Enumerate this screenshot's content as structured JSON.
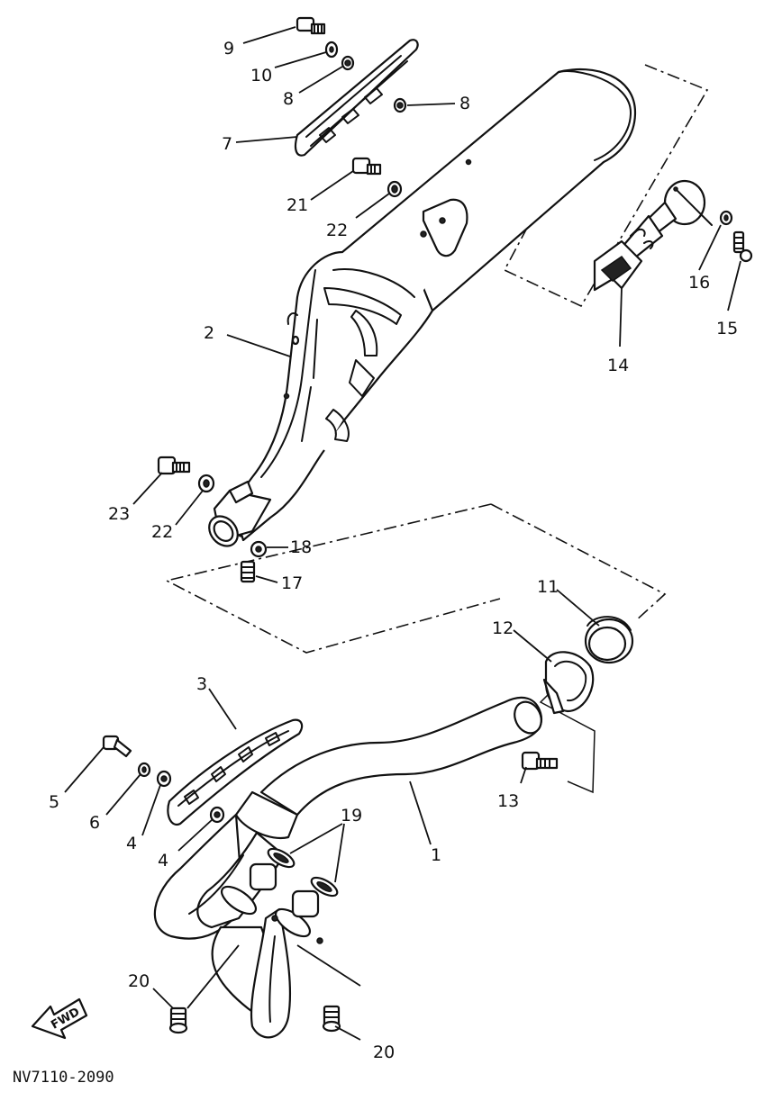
{
  "labels": {
    "p1": "1",
    "p2": "2",
    "p3": "3",
    "p4a": "4",
    "p4b": "4",
    "p5": "5",
    "p6": "6",
    "p7": "7",
    "p8a": "8",
    "p8b": "8",
    "p9": "9",
    "p10": "10",
    "p11": "11",
    "p12": "12",
    "p13": "13",
    "p14": "14",
    "p15": "15",
    "p16": "16",
    "p17": "17",
    "p18": "18",
    "p19": "19",
    "p20a": "20",
    "p20b": "20",
    "p21": "21",
    "p22a": "22",
    "p22b": "22",
    "p23": "23"
  },
  "direction_arrow": "FWD",
  "diagram_code": "NV7110-2090"
}
